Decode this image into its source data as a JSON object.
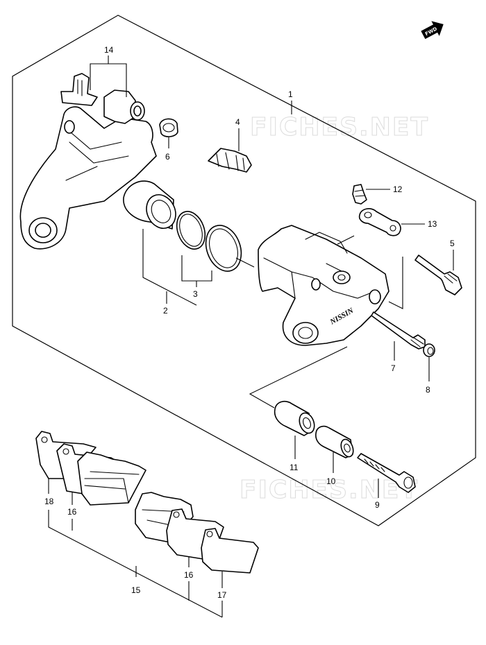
{
  "watermark": "FICHES.NET",
  "fwd_label": "FWD",
  "callouts": {
    "c1": "1",
    "c2": "2",
    "c3": "3",
    "c4": "4",
    "c5": "5",
    "c6": "6",
    "c7": "7",
    "c8": "8",
    "c9": "9",
    "c10": "10",
    "c11": "11",
    "c12": "12",
    "c13": "13",
    "c14": "14",
    "c15": "15",
    "c16a": "16",
    "c16b": "16",
    "c17": "17",
    "c18": "18"
  },
  "caliper_brand": "NISSIN"
}
